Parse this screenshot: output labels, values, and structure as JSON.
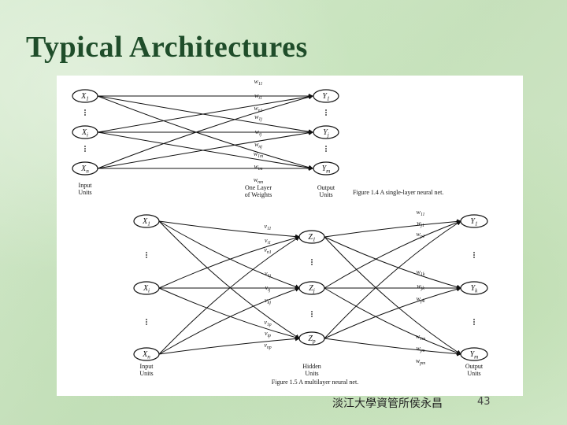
{
  "slide": {
    "title": "Typical Architectures",
    "footer": "淡江大學資管所侯永昌",
    "page_number": "43"
  },
  "figure_single": {
    "inputs": [
      "X1",
      "Xi",
      "Xn"
    ],
    "outputs": [
      "Y1",
      "Yj",
      "Ym"
    ],
    "weights": [
      "w11",
      "wi1",
      "wn1",
      "w1j",
      "wij",
      "wnj",
      "w1m",
      "wim",
      "wnm"
    ],
    "input_units_label": [
      "Input",
      "Units"
    ],
    "weights_label": [
      "One Layer",
      "of Weights"
    ],
    "output_units_label": [
      "Output",
      "Units"
    ],
    "caption": "Figure 1.4   A single-layer neural net."
  },
  "figure_multi": {
    "inputs": [
      "X1",
      "Xi",
      "Xn"
    ],
    "hidden": [
      "Z1",
      "Zj",
      "Zp"
    ],
    "outputs": [
      "Y1",
      "Yk",
      "Ym"
    ],
    "v_weights": [
      "v11",
      "vi1",
      "vn1",
      "v1j",
      "vij",
      "vnj",
      "v1p",
      "vip",
      "vnp"
    ],
    "w_weights": [
      "w11",
      "wj1",
      "wp1",
      "w1k",
      "wjk",
      "wpk",
      "w1m",
      "wjm",
      "wpm"
    ],
    "input_units_label": [
      "Input",
      "Units"
    ],
    "hidden_units_label": [
      "Hidden",
      "Units"
    ],
    "output_units_label": [
      "Output",
      "Units"
    ],
    "caption": "Figure 1.5   A multilayer neural net."
  }
}
